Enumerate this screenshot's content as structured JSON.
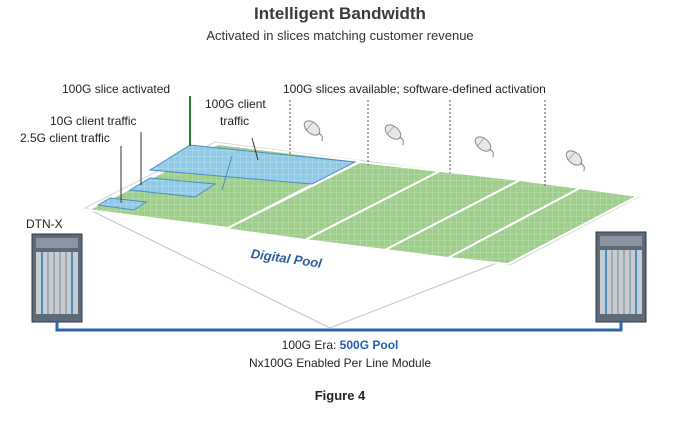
{
  "title": "Intelligent Bandwidth",
  "subtitle": "Activated in slices matching customer revenue",
  "labels": {
    "slice_activated": "100G slice activated",
    "client_100g_line1": "100G client",
    "client_100g_line2": "traffic",
    "client_10g": "10G client traffic",
    "client_2_5g": "2.5G client traffic",
    "slices_available": "100G slices available; software-defined activation",
    "dtn_x": "DTN-X",
    "digital_pool": "Digital Pool"
  },
  "footer": {
    "era_prefix": "100G Era: ",
    "era_pool": "500G Pool",
    "module": "Nx100G Enabled Per Line Module",
    "figure": "Figure 4"
  },
  "colors": {
    "slice_fill": "#9ccf8a",
    "activated_fill": "#8fcbe8",
    "title_color": "#3a3a3a",
    "pool_text": "#2d5f9a",
    "link_line": "#2e63b0"
  }
}
